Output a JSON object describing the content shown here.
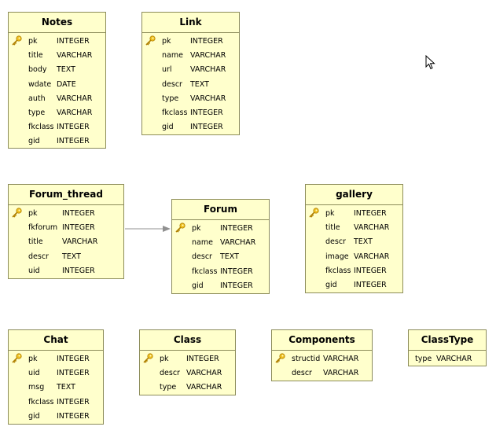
{
  "tables": [
    {
      "id": "notes",
      "title": "Notes",
      "fields": [
        {
          "name": "pk",
          "type": "INTEGER",
          "pk": true
        },
        {
          "name": "title",
          "type": "VARCHAR"
        },
        {
          "name": "body",
          "type": "TEXT"
        },
        {
          "name": "wdate",
          "type": "DATE"
        },
        {
          "name": "auth",
          "type": "VARCHAR"
        },
        {
          "name": "type",
          "type": "VARCHAR"
        },
        {
          "name": "fkclass",
          "type": "INTEGER"
        },
        {
          "name": "gid",
          "type": "INTEGER"
        }
      ]
    },
    {
      "id": "link",
      "title": "Link",
      "fields": [
        {
          "name": "pk",
          "type": "INTEGER",
          "pk": true
        },
        {
          "name": "name",
          "type": "VARCHAR"
        },
        {
          "name": "url",
          "type": "VARCHAR"
        },
        {
          "name": "descr",
          "type": "TEXT"
        },
        {
          "name": "type",
          "type": "VARCHAR"
        },
        {
          "name": "fkclass",
          "type": "INTEGER"
        },
        {
          "name": "gid",
          "type": "INTEGER"
        }
      ]
    },
    {
      "id": "forum_thread",
      "title": "Forum_thread",
      "fields": [
        {
          "name": "pk",
          "type": "INTEGER",
          "pk": true
        },
        {
          "name": "fkforum",
          "type": "INTEGER"
        },
        {
          "name": "title",
          "type": "VARCHAR"
        },
        {
          "name": "descr",
          "type": "TEXT"
        },
        {
          "name": "uid",
          "type": "INTEGER"
        }
      ]
    },
    {
      "id": "forum",
      "title": "Forum",
      "fields": [
        {
          "name": "pk",
          "type": "INTEGER",
          "pk": true
        },
        {
          "name": "name",
          "type": "VARCHAR"
        },
        {
          "name": "descr",
          "type": "TEXT"
        },
        {
          "name": "fkclass",
          "type": "INTEGER"
        },
        {
          "name": "gid",
          "type": "INTEGER"
        }
      ]
    },
    {
      "id": "gallery",
      "title": "gallery",
      "fields": [
        {
          "name": "pk",
          "type": "INTEGER",
          "pk": true
        },
        {
          "name": "title",
          "type": "VARCHAR"
        },
        {
          "name": "descr",
          "type": "TEXT"
        },
        {
          "name": "image",
          "type": "VARCHAR"
        },
        {
          "name": "fkclass",
          "type": "INTEGER"
        },
        {
          "name": "gid",
          "type": "INTEGER"
        }
      ]
    },
    {
      "id": "chat",
      "title": "Chat",
      "fields": [
        {
          "name": "pk",
          "type": "INTEGER",
          "pk": true
        },
        {
          "name": "uid",
          "type": "INTEGER"
        },
        {
          "name": "msg",
          "type": "TEXT"
        },
        {
          "name": "fkclass",
          "type": "INTEGER"
        },
        {
          "name": "gid",
          "type": "INTEGER"
        }
      ]
    },
    {
      "id": "class",
      "title": "Class",
      "fields": [
        {
          "name": "pk",
          "type": "INTEGER",
          "pk": true
        },
        {
          "name": "descr",
          "type": "VARCHAR"
        },
        {
          "name": "type",
          "type": "VARCHAR"
        }
      ]
    },
    {
      "id": "components",
      "title": "Components",
      "fields": [
        {
          "name": "structid",
          "type": "VARCHAR",
          "pk": true
        },
        {
          "name": "descr",
          "type": "VARCHAR"
        }
      ]
    },
    {
      "id": "classtype",
      "title": "ClassType",
      "fields": [
        {
          "name": "type",
          "type": "VARCHAR"
        }
      ]
    }
  ],
  "relations": [
    {
      "from": "forum_thread",
      "to": "forum"
    }
  ],
  "colors": {
    "table_fill": "#ffffcc",
    "table_border": "#8c8c5a",
    "key_icon": "#e0b000",
    "connector": "#909090",
    "fk_marker": "#1e78d2"
  },
  "icons": {
    "primary_key": "key-icon",
    "pointer": "mouse-cursor-icon",
    "foreign_key": "diagonal-arrow-icon"
  }
}
